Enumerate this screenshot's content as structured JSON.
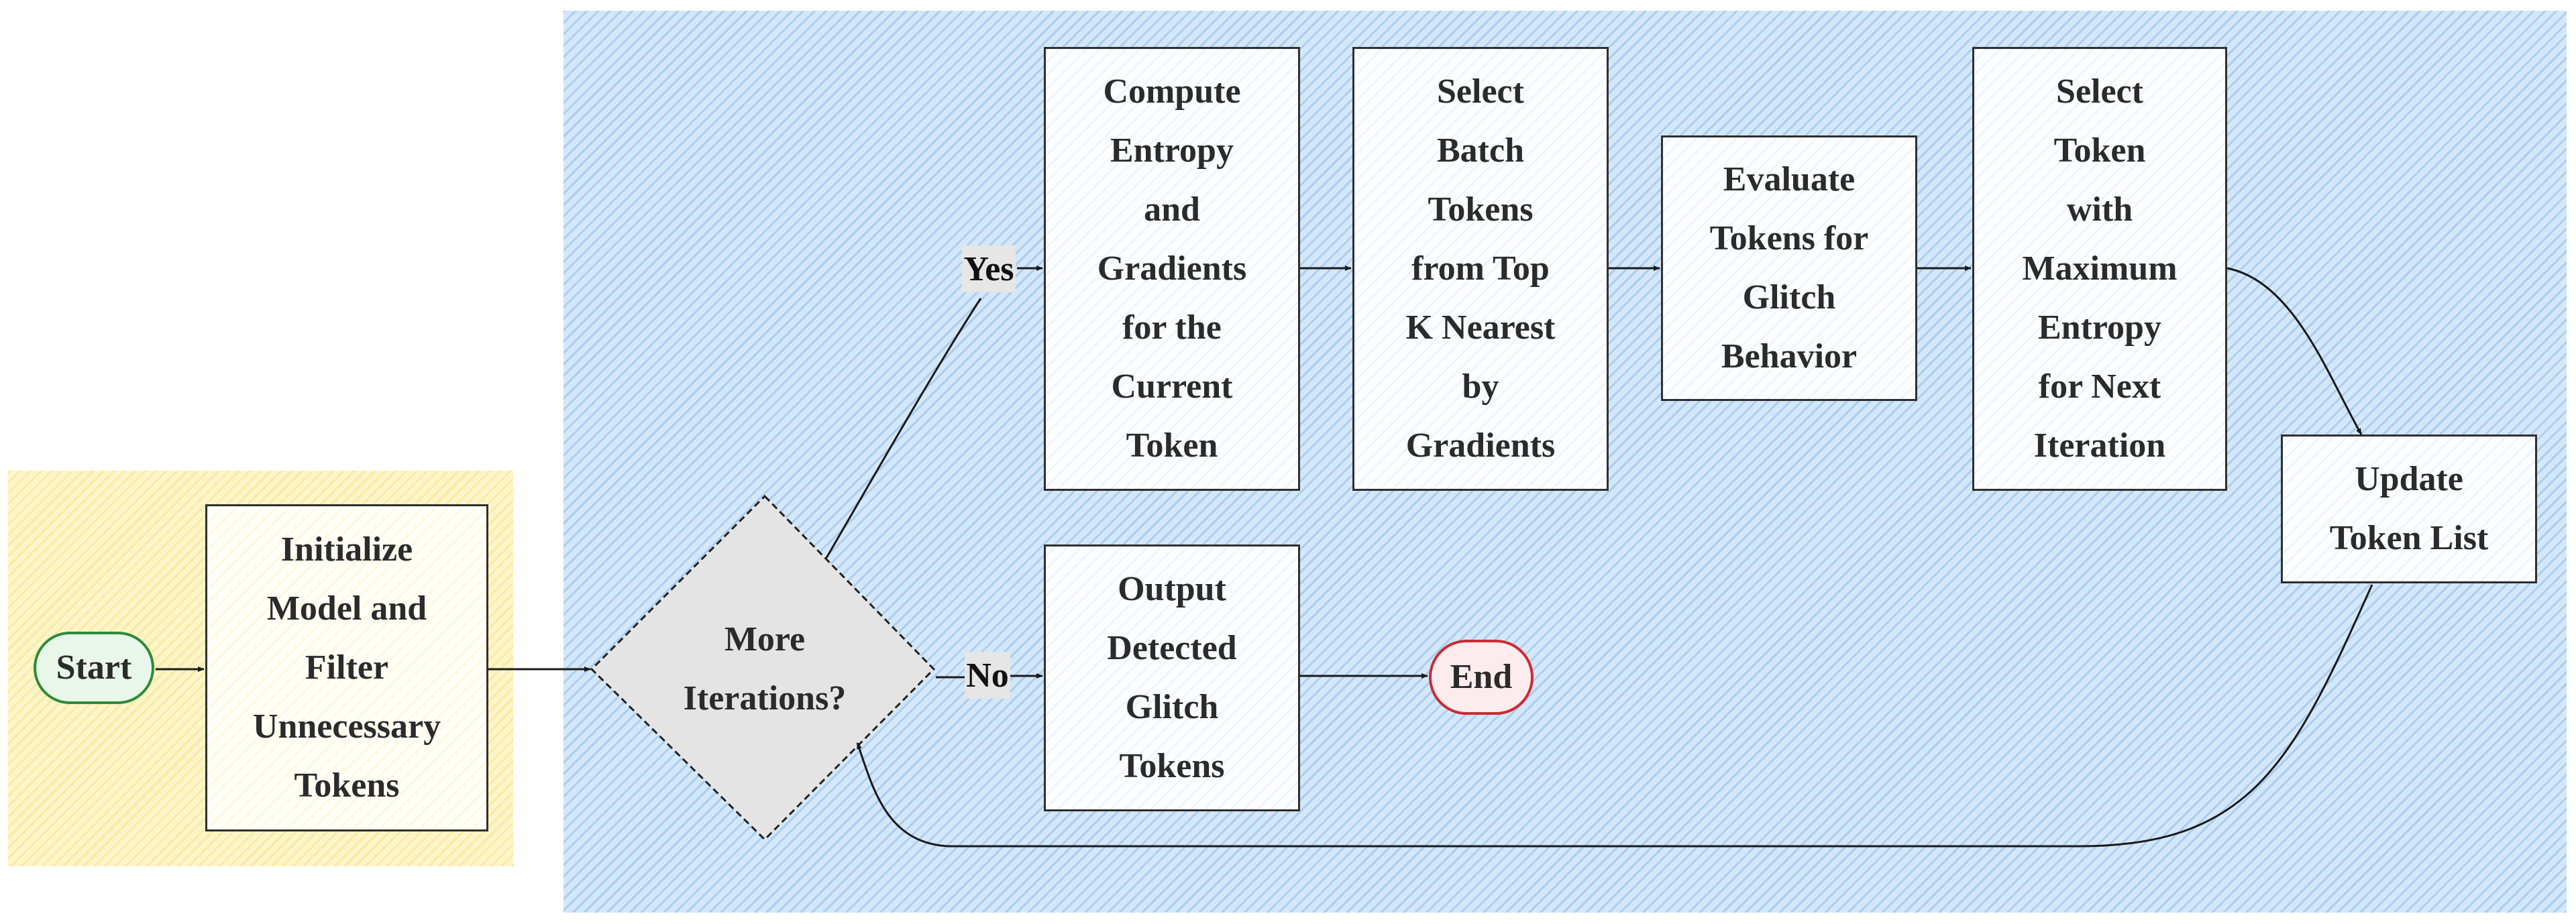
{
  "nodes": {
    "start": "Start",
    "init": [
      "Initialize",
      "Model and",
      "Filter",
      "Unnecessary",
      "Tokens"
    ],
    "decision": [
      "More",
      "Iterations?"
    ],
    "compute": [
      "Compute",
      "Entropy",
      "and",
      "Gradients",
      "for the",
      "Current",
      "Token"
    ],
    "select_batch": [
      "Select",
      "Batch",
      "Tokens",
      "from Top",
      "K Nearest",
      "by",
      "Gradients"
    ],
    "evaluate": [
      "Evaluate",
      "Tokens for",
      "Glitch",
      "Behavior"
    ],
    "select_token": [
      "Select",
      "Token",
      "with",
      "Maximum",
      "Entropy",
      "for Next",
      "Iteration"
    ],
    "update": [
      "Update",
      "Token List"
    ],
    "output": [
      "Output",
      "Detected",
      "Glitch",
      "Tokens"
    ],
    "end": "End"
  },
  "edge_labels": {
    "yes": "Yes",
    "no": "No"
  },
  "colors": {
    "init_region": "#fdf5c9",
    "loop_region": "#d3e7f8",
    "start_border": "#2e8b3a",
    "end_border": "#cc2a35",
    "line": "#1a1a1a"
  }
}
